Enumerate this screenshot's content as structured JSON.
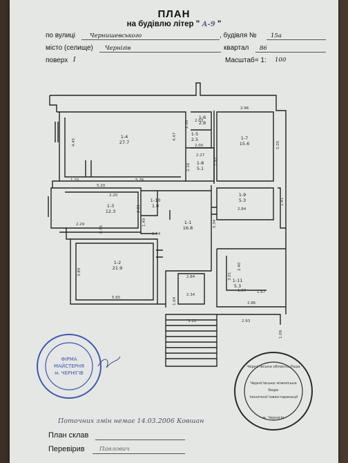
{
  "header": {
    "title": "ПЛАН",
    "subtitle_prefix": "на будівлю літер \"",
    "liter_value": "А-9",
    "subtitle_suffix": "\""
  },
  "fields": {
    "street_label": "по вулиці",
    "street_value": "Чернишевського",
    "building_label": ", будівля №",
    "building_value": "15а",
    "city_label": "місто (селище)",
    "city_value": "Чернігів",
    "block_label": "квартал",
    "block_value": "86",
    "floor_label": "поверх",
    "floor_value": "І",
    "scale_label": "Масштаб= 1:",
    "scale_value": "100"
  },
  "rooms": [
    {
      "id": "1-4",
      "area": "27.7"
    },
    {
      "id": "1-6",
      "area": "2.8"
    },
    {
      "id": "1-5",
      "area": "2.5"
    },
    {
      "id": "1-7",
      "area": "15.6"
    },
    {
      "id": "1-8",
      "area": "5.1"
    },
    {
      "id": "1-3",
      "area": "12.3"
    },
    {
      "id": "1-10",
      "area": "1.8"
    },
    {
      "id": "1-1",
      "area": "16.8"
    },
    {
      "id": "1-9",
      "area": "5.3"
    },
    {
      "id": "1-2",
      "area": "21.9"
    },
    {
      "id": "1-11",
      "area": "5.3"
    }
  ],
  "dimensions": [
    "2.96",
    "4.45",
    "4.47",
    "2.16",
    "2.00",
    "5.20",
    "5.26",
    "1.10",
    "2.27",
    "2.16",
    "1.92",
    "2.20",
    "2.29",
    "2.81",
    "1.49",
    "0.55",
    "1.54",
    "5.34",
    "2.84",
    "1.41",
    "1.57",
    "3.89",
    "2.84",
    "2.40",
    "3.01",
    "1.67",
    "5.65",
    "1.64",
    "2.34",
    "2.86",
    "3.12",
    "2.93",
    "1.09",
    "5.05",
    "2.03"
  ],
  "stamps": {
    "left_lines": [
      "ФІРМА",
      "МАЙСТЕРНЯ",
      "м. ЧЕРНІГІВ"
    ],
    "right_lines": [
      "Чернігівська обласна Рада",
      "Чернігівське міжміське",
      "бюро",
      "технічної інвентаризації",
      "м. Чернігів"
    ]
  },
  "notes": {
    "correction": "Поточних змін немає  14.03.2006  Ковшан"
  },
  "footer": {
    "drawn_label": "План склав",
    "checked_label": "Перевірив",
    "checked_value": "Павлович"
  }
}
